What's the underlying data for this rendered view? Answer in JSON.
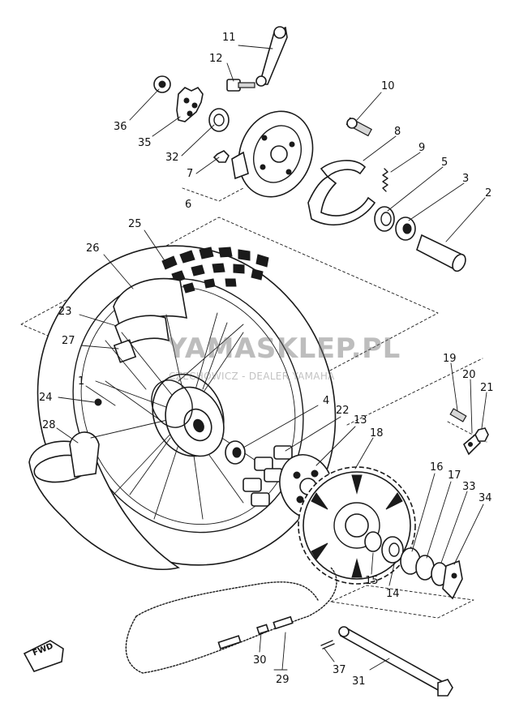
{
  "watermark": {
    "brand": "YAMASKLEP.PL",
    "subtitle": "CZECHOWICZ - DEALER YAMAHA",
    "accent": "#e05050"
  },
  "direction_badge": "FWD",
  "callouts": [
    {
      "id": "p1",
      "label": "1"
    },
    {
      "id": "p2",
      "label": "2"
    },
    {
      "id": "p3",
      "label": "3"
    },
    {
      "id": "p4",
      "label": "4"
    },
    {
      "id": "p5",
      "label": "5"
    },
    {
      "id": "p6",
      "label": "6"
    },
    {
      "id": "p7",
      "label": "7"
    },
    {
      "id": "p8",
      "label": "8"
    },
    {
      "id": "p9",
      "label": "9"
    },
    {
      "id": "p10",
      "label": "10"
    },
    {
      "id": "p11",
      "label": "11"
    },
    {
      "id": "p12",
      "label": "12"
    },
    {
      "id": "p13",
      "label": "13"
    },
    {
      "id": "p14",
      "label": "14"
    },
    {
      "id": "p15",
      "label": "15"
    },
    {
      "id": "p16",
      "label": "16"
    },
    {
      "id": "p17",
      "label": "17"
    },
    {
      "id": "p18",
      "label": "18"
    },
    {
      "id": "p19",
      "label": "19"
    },
    {
      "id": "p20",
      "label": "20"
    },
    {
      "id": "p21",
      "label": "21"
    },
    {
      "id": "p22",
      "label": "22"
    },
    {
      "id": "p23",
      "label": "23"
    },
    {
      "id": "p24",
      "label": "24"
    },
    {
      "id": "p25",
      "label": "25"
    },
    {
      "id": "p26",
      "label": "26"
    },
    {
      "id": "p27",
      "label": "27"
    },
    {
      "id": "p28",
      "label": "28"
    },
    {
      "id": "p29",
      "label": "29"
    },
    {
      "id": "p30",
      "label": "30"
    },
    {
      "id": "p31",
      "label": "31"
    },
    {
      "id": "p32",
      "label": "32"
    },
    {
      "id": "p33",
      "label": "33"
    },
    {
      "id": "p34",
      "label": "34"
    },
    {
      "id": "p35",
      "label": "35"
    },
    {
      "id": "p36",
      "label": "36"
    },
    {
      "id": "p37",
      "label": "37"
    }
  ]
}
